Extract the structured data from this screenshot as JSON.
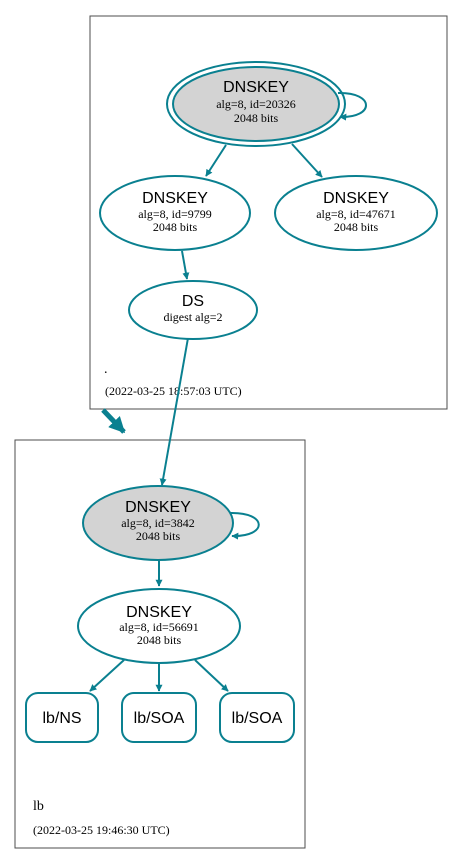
{
  "colors": {
    "edge": "#0a8090",
    "zone_border": "#4d4d4d",
    "ksk_fill": "#d3d3d3",
    "node_fill": "#ffffff"
  },
  "zones": {
    "root": {
      "label": ".",
      "date": "(2022-03-25 18:57:03 UTC)"
    },
    "lb": {
      "label": "lb",
      "date": "(2022-03-25 19:46:30 UTC)"
    }
  },
  "nodes": {
    "root_ksk": {
      "title": "DNSKEY",
      "line1": "alg=8, id=20326",
      "line2": "2048 bits"
    },
    "root_zsk1": {
      "title": "DNSKEY",
      "line1": "alg=8, id=9799",
      "line2": "2048 bits"
    },
    "root_zsk2": {
      "title": "DNSKEY",
      "line1": "alg=8, id=47671",
      "line2": "2048 bits"
    },
    "ds": {
      "title": "DS",
      "line1": "digest alg=2"
    },
    "lb_ksk": {
      "title": "DNSKEY",
      "line1": "alg=8, id=3842",
      "line2": "2048 bits"
    },
    "lb_zsk": {
      "title": "DNSKEY",
      "line1": "alg=8, id=56691",
      "line2": "2048 bits"
    }
  },
  "rrsets": {
    "ns": {
      "label": "lb/NS"
    },
    "soa1": {
      "label": "lb/SOA"
    },
    "soa2": {
      "label": "lb/SOA"
    }
  }
}
